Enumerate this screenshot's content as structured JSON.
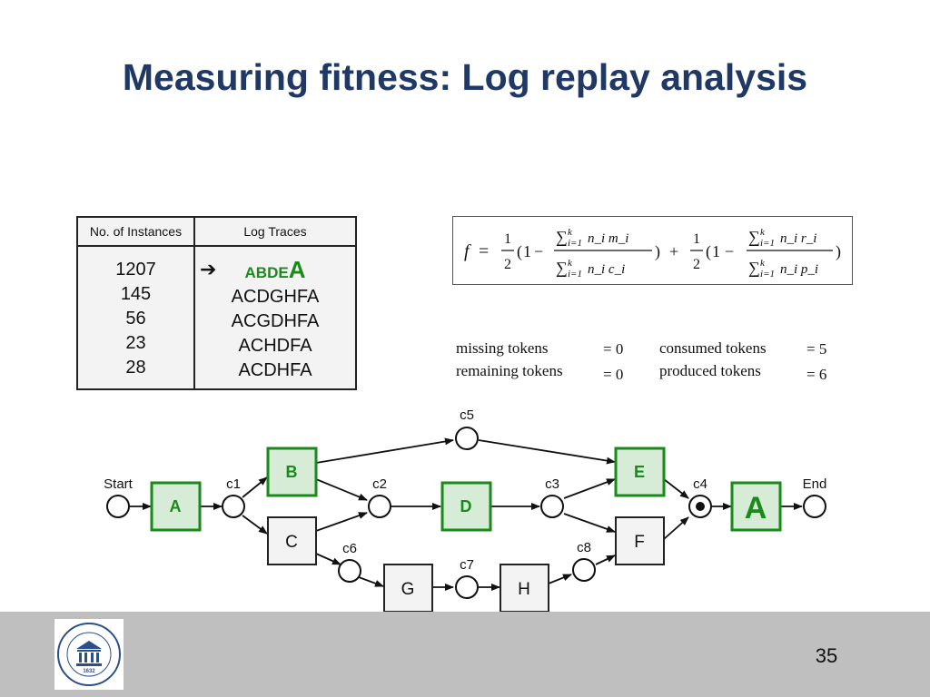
{
  "slide": {
    "title": "Measuring fitness: Log replay analysis",
    "page_number": "35"
  },
  "log_table": {
    "header_instances": "No. of Instances",
    "header_traces": "Log Traces",
    "rows": [
      {
        "instances": "1207",
        "trace_prefix": "ABDE",
        "trace_last": "A"
      },
      {
        "instances": "145",
        "trace": "ACDGHFA"
      },
      {
        "instances": "56",
        "trace": "ACGDHFA"
      },
      {
        "instances": "23",
        "trace": "ACHDFA"
      },
      {
        "instances": "28",
        "trace": "ACDHFA"
      }
    ]
  },
  "formula": {
    "lhs": "f",
    "half_num": "1",
    "half_den": "2",
    "one": "1",
    "sum_num_1": "n_i m_i",
    "sum_den_1": "n_i c_i",
    "sum_num_2": "n_i r_i",
    "sum_den_2": "n_i p_i",
    "index": "i=1",
    "upper": "k"
  },
  "tokens": {
    "missing_label": "missing tokens",
    "missing_value": "= 0",
    "remaining_label": "remaining tokens",
    "remaining_value": "= 0",
    "consumed_label": "consumed tokens",
    "consumed_value": "= 5",
    "produced_label": "produced tokens",
    "produced_value": "= 6"
  },
  "petri_net": {
    "places": {
      "start": "Start",
      "c1": "c1",
      "c2": "c2",
      "c3": "c3",
      "c4": "c4",
      "c5": "c5",
      "c6": "c6",
      "c7": "c7",
      "c8": "c8",
      "end": "End"
    },
    "transitions": {
      "A1": "A",
      "B": "B",
      "C": "C",
      "D": "D",
      "E": "E",
      "F": "F",
      "G": "G",
      "H": "H",
      "A2": "A"
    },
    "colors": {
      "fired_fill": "#d6ecd6",
      "fired_border": "#1a8a1a",
      "fired_text": "#1a8a1a",
      "idle_fill": "#f3f3f3",
      "idle_border": "#222222"
    }
  },
  "colors": {
    "title": "#1f3864",
    "footer": "#bfbfbf",
    "highlight_green": "#1a8a1a"
  },
  "logo": {
    "text": "TARTU ÜLIKOOL · UNIVERSITAS TARTUENSIS",
    "year": "1632"
  }
}
